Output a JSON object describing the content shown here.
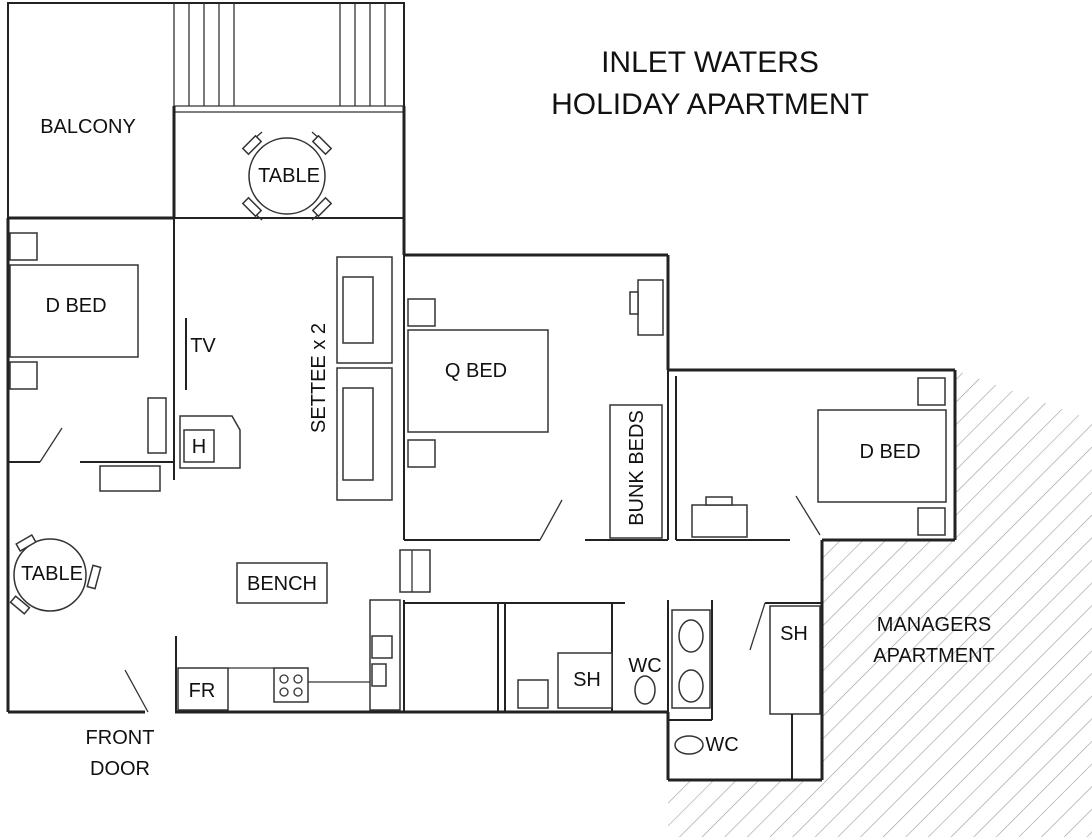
{
  "title": {
    "line1": "INLET WATERS",
    "line2": "HOLIDAY APARTMENT"
  },
  "labels": {
    "balcony": "BALCONY",
    "table_top": "TABLE",
    "d_bed_left": "D  BED",
    "tv": "TV",
    "settee": "SETTEE x 2",
    "q_bed": "Q  BED",
    "bunk_beds": "BUNK BEDS",
    "d_bed_right": "D  BED",
    "heater": "H",
    "table_bottom": "TABLE",
    "bench": "BENCH",
    "fridge": "FR",
    "shower_1": "SH",
    "wc_1": "WC",
    "shower_2": "SH",
    "wc_2": "WC",
    "managers_line1": "MANAGERS",
    "managers_line2": "APARTMENT",
    "front_door_line1": "FRONT",
    "front_door_line2": "DOOR"
  },
  "colors": {
    "line": "#222222",
    "background": "#ffffff",
    "hatch": "#9a9a9a"
  }
}
